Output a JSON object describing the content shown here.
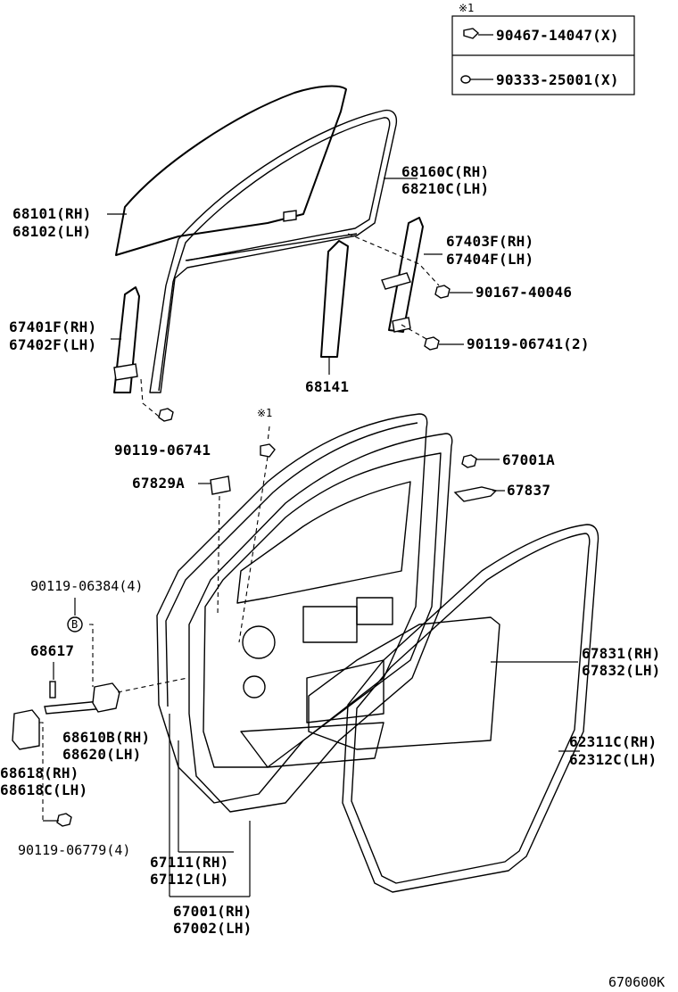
{
  "legend": {
    "marker": "※1",
    "rows": [
      {
        "icon": "clip-icon",
        "part": "90467-14047(X)"
      },
      {
        "icon": "grommet-icon",
        "part": "90333-25001(X)"
      }
    ]
  },
  "callouts": {
    "glass": [
      "68101(RH)",
      "68102(LH)"
    ],
    "run_channel": [
      "68160C(RH)",
      "68210C(LH)"
    ],
    "front_regulator": [
      "67401F(RH)",
      "67402F(LH)"
    ],
    "rear_regulator": [
      "67403F(RH)",
      "67404F(LH)"
    ],
    "bolt_a": "90167-40046",
    "bolt_b": "90119-06741(2)",
    "center_channel": "68141",
    "bolt_c": "90119-06741",
    "marker_ref": "※1",
    "plug": "67001A",
    "handle_cover": "67829A",
    "bracket": "67837",
    "bolt_d": "90119-06384(4)",
    "bolt_d_badge": "B",
    "pin": "68617",
    "check": [
      "68610B(RH)",
      "68620(LH)"
    ],
    "hinge": [
      "68618(RH)",
      "68618C(LH)"
    ],
    "bolt_e": "90119-06779(4)",
    "service_hole_cover": [
      "67831(RH)",
      "67832(LH)"
    ],
    "weatherstrip": [
      "62311C(RH)",
      "62312C(LH)"
    ],
    "door_weatherstrip": [
      "67111(RH)",
      "67112(LH)"
    ],
    "door_panel": [
      "67001(RH)",
      "67002(LH)"
    ]
  },
  "figure_code": "670600K",
  "colors": {
    "ink": "#000000",
    "paper": "#ffffff"
  }
}
